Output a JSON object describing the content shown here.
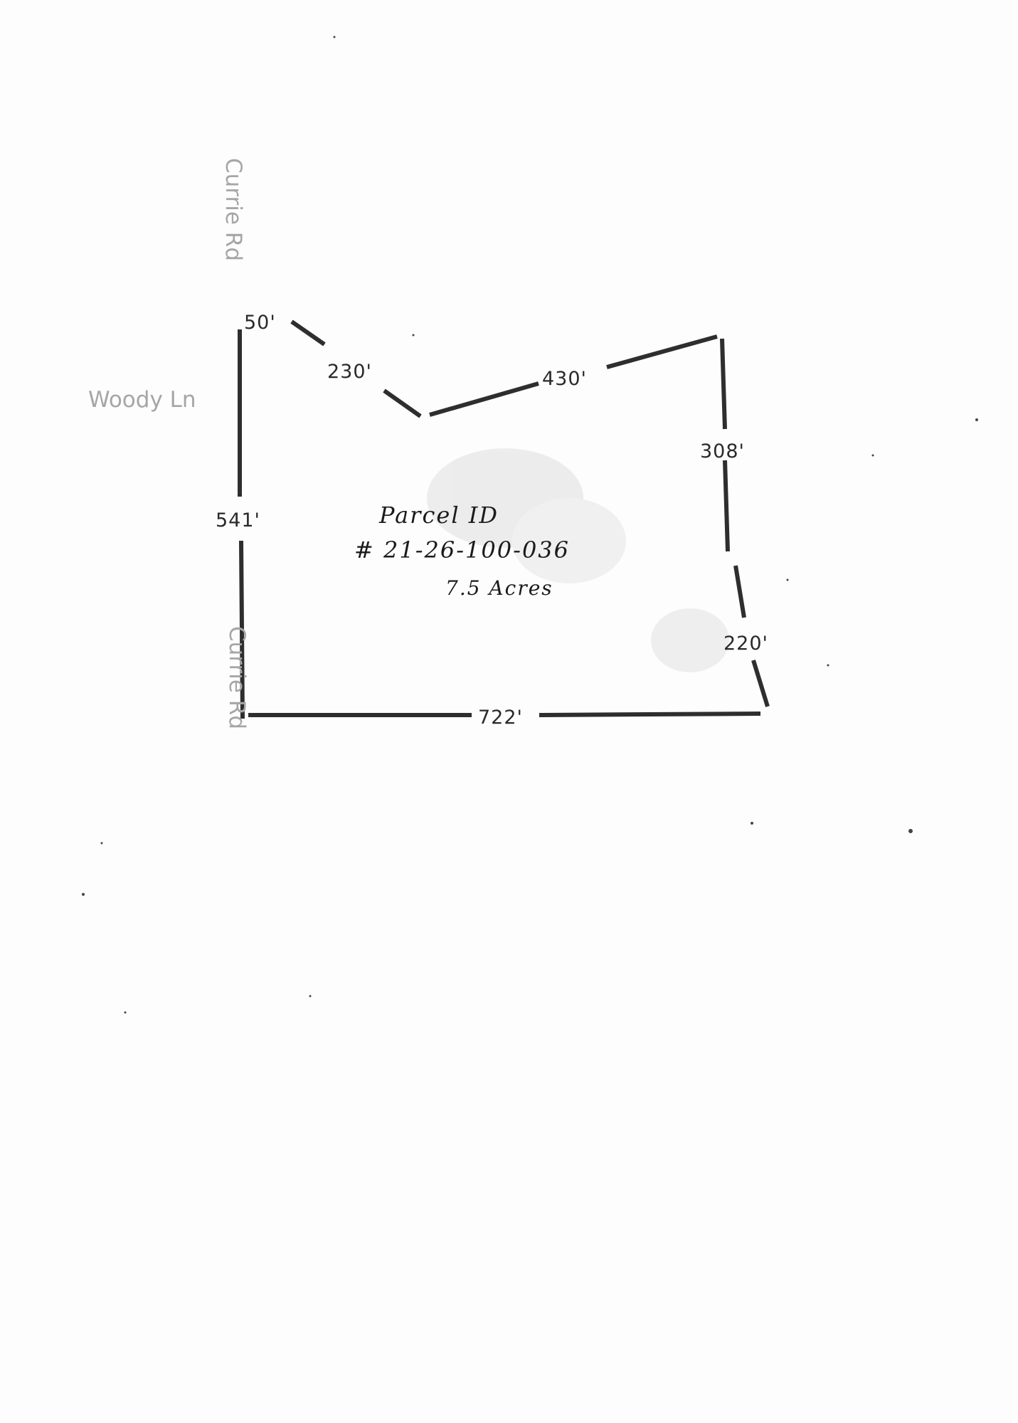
{
  "roads": {
    "currie_top": "Currie Rd",
    "currie_bottom": "Currie Rd",
    "woody": "Woody Ln"
  },
  "dimensions": {
    "north_a": "50'",
    "north_b": "230'",
    "north_c": "430'",
    "east_upper": "308'",
    "east_lower": "220'",
    "south": "722'",
    "west": "541'"
  },
  "annotation": {
    "line1": "Parcel ID",
    "line2": "# 21-26-100-036",
    "line3": "7.5 Acres"
  },
  "colors": {
    "boundary": "#2e2e2e",
    "road_label": "#a6a6a6",
    "handwriting": "#1b1b1b"
  }
}
